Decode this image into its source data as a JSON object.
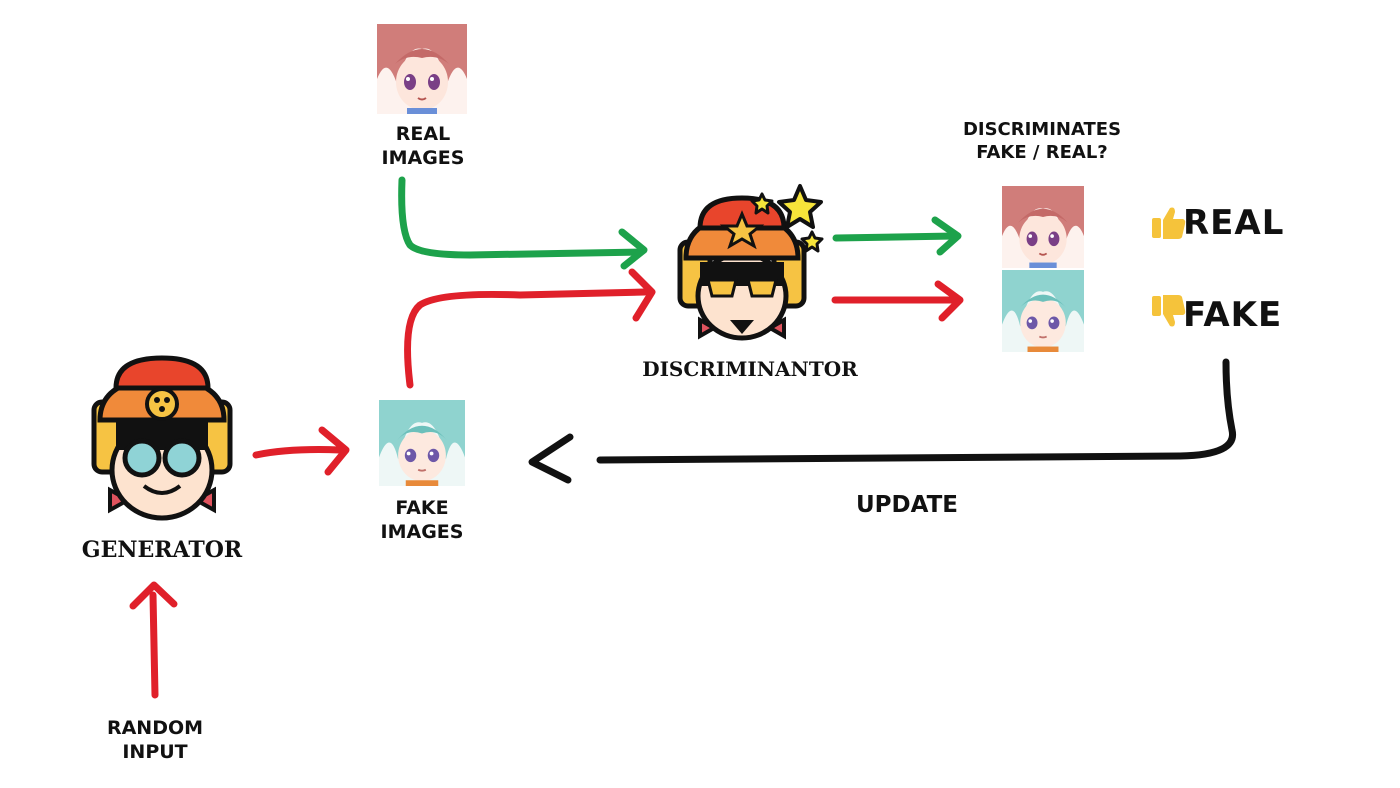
{
  "colors": {
    "green_arrow": "#1da24b",
    "red_arrow": "#e0202a",
    "black_arrow": "#111111",
    "real_hair": "#d07d7a",
    "fake_hair": "#8fd3cf",
    "helmet_red": "#e8452c",
    "helmet_orange": "#f08a3a",
    "helmet_yellow": "#f6c343",
    "goggle_cyan": "#8fd3d6",
    "thumb_yellow": "#f5c33b"
  },
  "labels": {
    "real_images_line1": "REAL",
    "real_images_line2": "IMAGES",
    "fake_images_line1": "FAKE",
    "fake_images_line2": "IMAGES",
    "discriminates_line1": "DISCRIMINATES",
    "discriminates_line2": "FAKE / REAL?",
    "discriminator": "DISCRIMINANTOR",
    "generator": "GENERATOR",
    "random_line1": "RANDOM",
    "random_line2": "INPUT",
    "update": "UPDATE",
    "verdict_real": "REAL",
    "verdict_fake": "FAKE"
  },
  "icons": {
    "thumbs_up": "thumbs-up-icon",
    "thumbs_down": "thumbs-down-icon",
    "generator_avatar": "generator-character-icon",
    "discriminator_avatar": "discriminator-character-icon"
  }
}
